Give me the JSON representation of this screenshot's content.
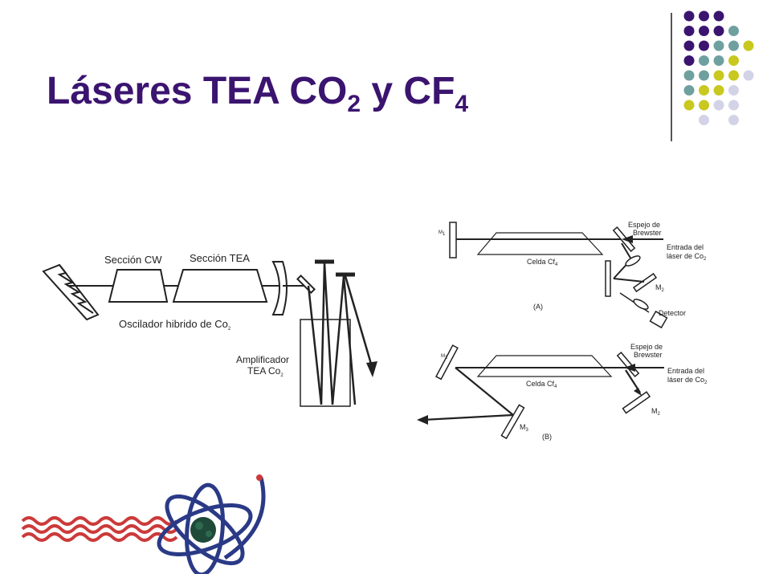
{
  "title": {
    "base": "Láseres TEA CO",
    "sub1": "2",
    "mid": " y CF",
    "sub2": "4"
  },
  "colors": {
    "title": "#3b1470",
    "purple": "#3b1470",
    "teal": "#6fa0a0",
    "yellow": "#c8c81e",
    "lavender": "#d3d3e8",
    "wave": "#cc3a3a"
  },
  "decor_dot_grid": [
    [
      "purple",
      "purple",
      "purple",
      null,
      null
    ],
    [
      "purple",
      "purple",
      "purple",
      "teal",
      null
    ],
    [
      "purple",
      "purple",
      "teal",
      "teal",
      "yellow"
    ],
    [
      "purple",
      "teal",
      "teal",
      "yellow",
      null
    ],
    [
      "teal",
      "teal",
      "yellow",
      "yellow",
      "lavender"
    ],
    [
      "teal",
      "yellow",
      "yellow",
      "lavender",
      null
    ],
    [
      "yellow",
      "yellow",
      "lavender",
      "lavender",
      null
    ],
    [
      null,
      "lavender",
      null,
      "lavender",
      null
    ]
  ],
  "left_diagram": {
    "section_cw": "Sección CW",
    "section_tea": "Sección TEA",
    "oscillator": "Oscilador hibrido de Co",
    "oscillator_sub": "2",
    "amplifier_line1": "Amplificador",
    "amplifier_line2": "TEA Co",
    "amplifier_sub": "2"
  },
  "diagram_a": {
    "m1": "M",
    "m1_sub": "1",
    "mirror_label_1": "Espejo de",
    "mirror_label_2": "Brewster",
    "cell": "Celda Cf",
    "cell_sub": "4",
    "entrance_1": "Entrada del",
    "entrance_2": "láser de Co",
    "entrance_sub": "2",
    "m2": "M",
    "m2_sub": "2",
    "detector": "Detector",
    "tag": "(A)"
  },
  "diagram_b": {
    "m1": "M",
    "m1_sub": "1",
    "mirror_label_1": "Espejo de",
    "mirror_label_2": "Brewster",
    "cell": "Celda Cf",
    "cell_sub": "4",
    "entrance_1": "Entrada del",
    "entrance_2": "láser de Co",
    "entrance_sub": "2",
    "m2": "M",
    "m2_sub": "2",
    "m3": "M",
    "m3_sub": "3",
    "tag": "(B)"
  }
}
